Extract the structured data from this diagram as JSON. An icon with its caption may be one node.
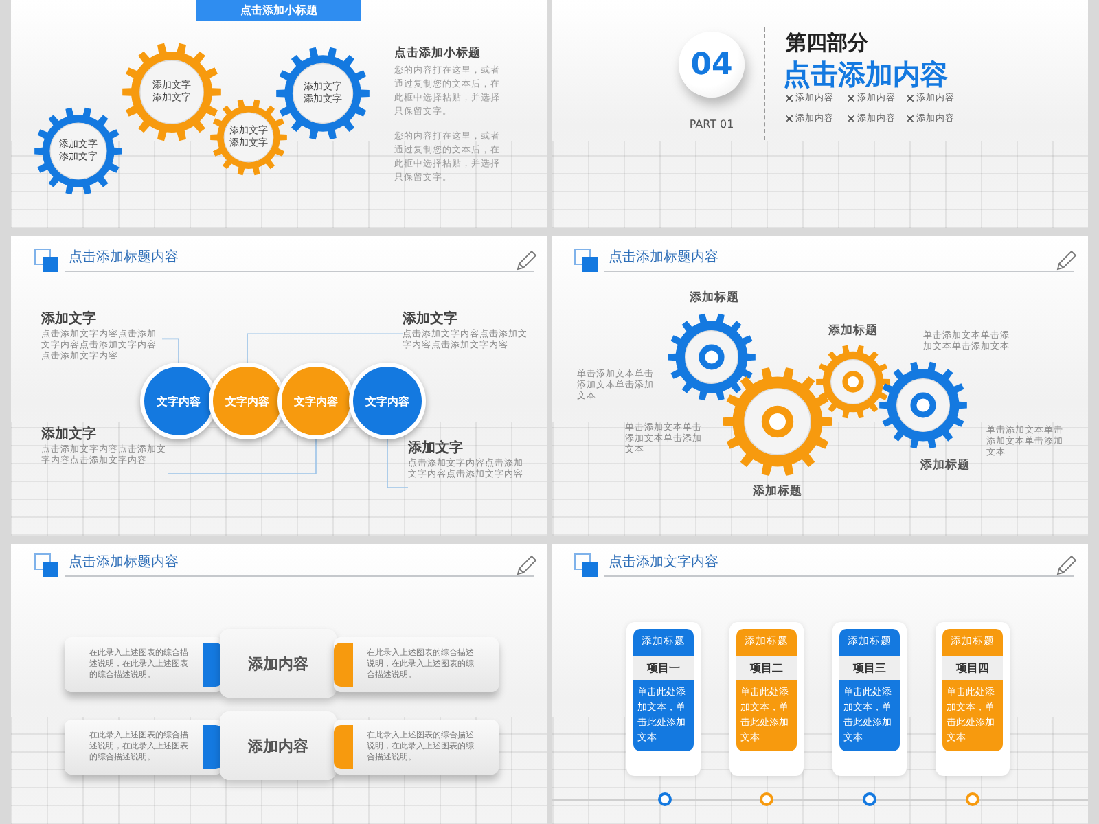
{
  "diagram": {
    "nodes": [
      {
        "text": [
          "点击添加小标题"
        ]
      },
      {
        "text": [
          "添加文字添加文字"
        ]
      },
      {
        "text": [
          "添加文字添加文字"
        ]
      },
      {
        "text": [
          "添加文字添加文字"
        ]
      },
      {
        "text": [
          "添加文字添加文字"
        ]
      },
      {
        "text": [
          "04"
        ],
        "beside": [
          "PART 01"
        ]
      },
      {
        "text": [
          "文字内容"
        ]
      },
      {
        "text": [
          "文字内容"
        ]
      },
      {
        "text": [
          "文字内容"
        ]
      },
      {
        "text": [
          "文字内容"
        ]
      },
      {
        "text": [
          "添加文字",
          "点击添加文字内容点击添加文字内容点击添加文字内容点击添加文字内容"
        ]
      },
      {
        "text": [
          "添加文字",
          "点击添加文字内容点击添加文字内容点击添加文字内容"
        ]
      },
      {
        "text": [
          "添加文字",
          "点击添加文字内容点击添加文字内容点击添加文字内容"
        ]
      },
      {
        "text": [
          "添加文字",
          "点击添加文字内容点击添加文字内容点击添加文字内容"
        ]
      },
      {
        "text": [],
        "shape": "gear",
        "beside": [
          "添加标题"
        ]
      },
      {
        "text": [],
        "shape": "gear",
        "beside": [
          "添加标题"
        ]
      },
      {
        "text": [],
        "shape": "gear",
        "beside": [
          "添加标题"
        ]
      },
      {
        "text": [],
        "shape": "gear",
        "beside": [
          "添加标题"
        ]
      },
      {
        "text": [
          "在此录入上述图表的综合描述说明，在此录入上述图表的综合描述说明。"
        ]
      },
      {
        "text": [
          "添加内容"
        ]
      },
      {
        "text": [
          "在此录入上述图表的综合描述说明，在此录入上述图表的综合描述说明。"
        ]
      },
      {
        "text": [
          "在此录入上述图表的综合描述说明，在此录入上述图表的综合描述说明。"
        ]
      },
      {
        "text": [
          "添加内容"
        ]
      },
      {
        "text": [
          "在此录入上述图表的综合描述说明，在此录入上述图表的综合描述说明。"
        ]
      },
      {
        "text": [
          "添加标题",
          "项目一",
          "单击此处添加文本，单击此处添加文本"
        ]
      },
      {
        "text": [
          "添加标题",
          "项目二",
          "单击此处添加文本，单击此处添加文本"
        ]
      },
      {
        "text": [
          "添加标题",
          "项目三",
          "单击此处添加文本，单击此处添加文本"
        ]
      },
      {
        "text": [
          "添加标题",
          "项目四",
          "单击此处添加文本，单击此处添加文本"
        ]
      },
      {
        "text": [],
        "shape": "circle"
      },
      {
        "text": [],
        "shape": "circle"
      },
      {
        "text": [],
        "shape": "circle"
      },
      {
        "text": [],
        "shape": "circle"
      }
    ],
    "edges": [
      {
        "from": 10,
        "to": 6,
        "arrow": "none"
      },
      {
        "from": 11,
        "to": 7,
        "arrow": "none"
      },
      {
        "from": 12,
        "to": 8,
        "arrow": "none"
      },
      {
        "from": 13,
        "to": 9,
        "arrow": "none"
      }
    ],
    "labels": [
      "点击添加小标题",
      "您的内容打在这里，或者通过复制您的文本后，在此框中选择粘贴，并选择只保留文字。",
      "您的内容打在这里，或者通过复制您的文本后，在此框中选择粘贴，并选择只保留文字。",
      "第四部分",
      "点击添加内容",
      "添加内容",
      "添加内容",
      "添加内容",
      "添加内容",
      "添加内容",
      "添加内容",
      "点击添加标题内容",
      "点击添加标题内容",
      "单击添加文本单击添加文本单击添加文本",
      "单击添加文本单击添加文本单击添加文本",
      "单击添加文本单击添加文本单击添加文本",
      "单击添加文本单击添加文本单击添加文本",
      "点击添加标题内容",
      "点击添加文字内容"
    ]
  }
}
